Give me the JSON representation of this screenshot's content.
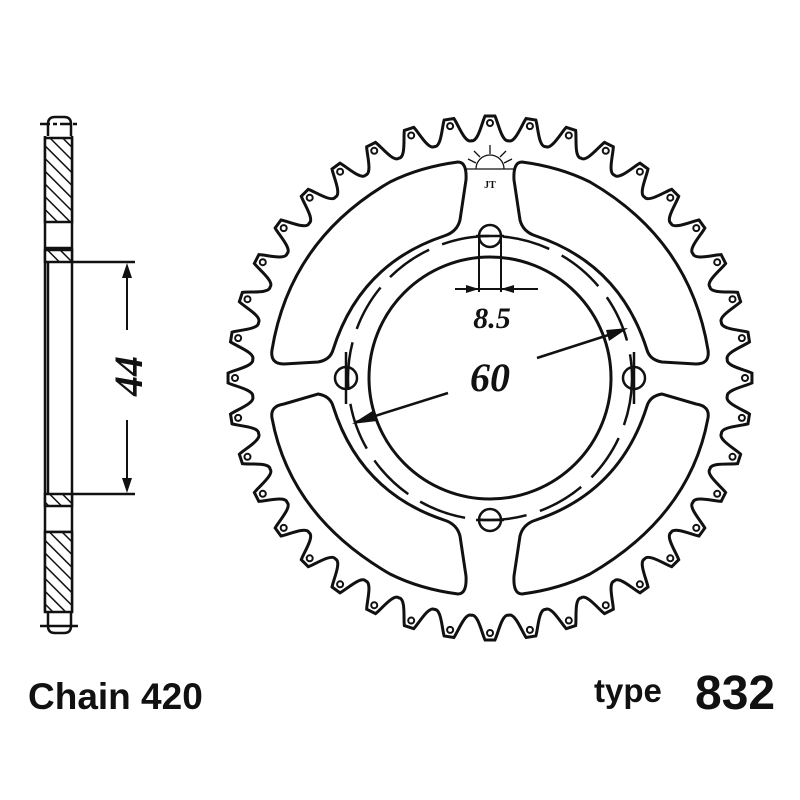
{
  "drawing": {
    "title": "Rear sprocket technical drawing",
    "side_view": {
      "dimension_label": "44"
    },
    "front_view": {
      "teeth_count_estimate": 40,
      "bolt_hole_count": 4,
      "bolt_hole_dimension_label": "8.5",
      "bolt_circle_dimension_label": "60",
      "logo_icon": "sun-logo-icon",
      "logo_mark": "JT"
    },
    "colors": {
      "line": "#111111",
      "background": "#ffffff"
    }
  },
  "labels": {
    "chain": "Chain 420",
    "type_word": "type",
    "type_number": "832"
  }
}
